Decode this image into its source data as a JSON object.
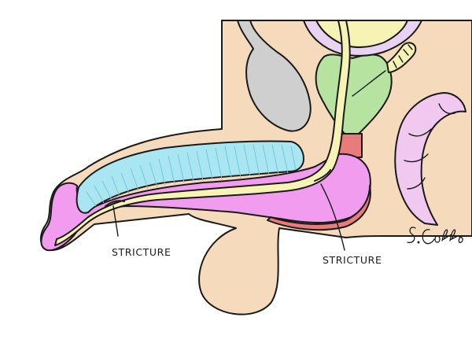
{
  "labels": {
    "stricture_penile": "STRICTURE",
    "stricture_bulbar": "STRICTURE"
  },
  "signature": {
    "text": "S.Coffey",
    "rendered_as": "handwritten-signature"
  },
  "colors": {
    "background_tissue": "#f5dbbb",
    "corpus_cavernosum": "#a9e6f2",
    "corpus_spongiosum": "#f29cf0",
    "urethra": "#f7f3b4",
    "prostate": "#b6e3a0",
    "bladder": "#e9d2f2",
    "rectum": "#f0c8f0",
    "pubic_bone": "#cfcfcf",
    "sphincter": "#e87c7c",
    "outline": "#1a1a1a"
  }
}
